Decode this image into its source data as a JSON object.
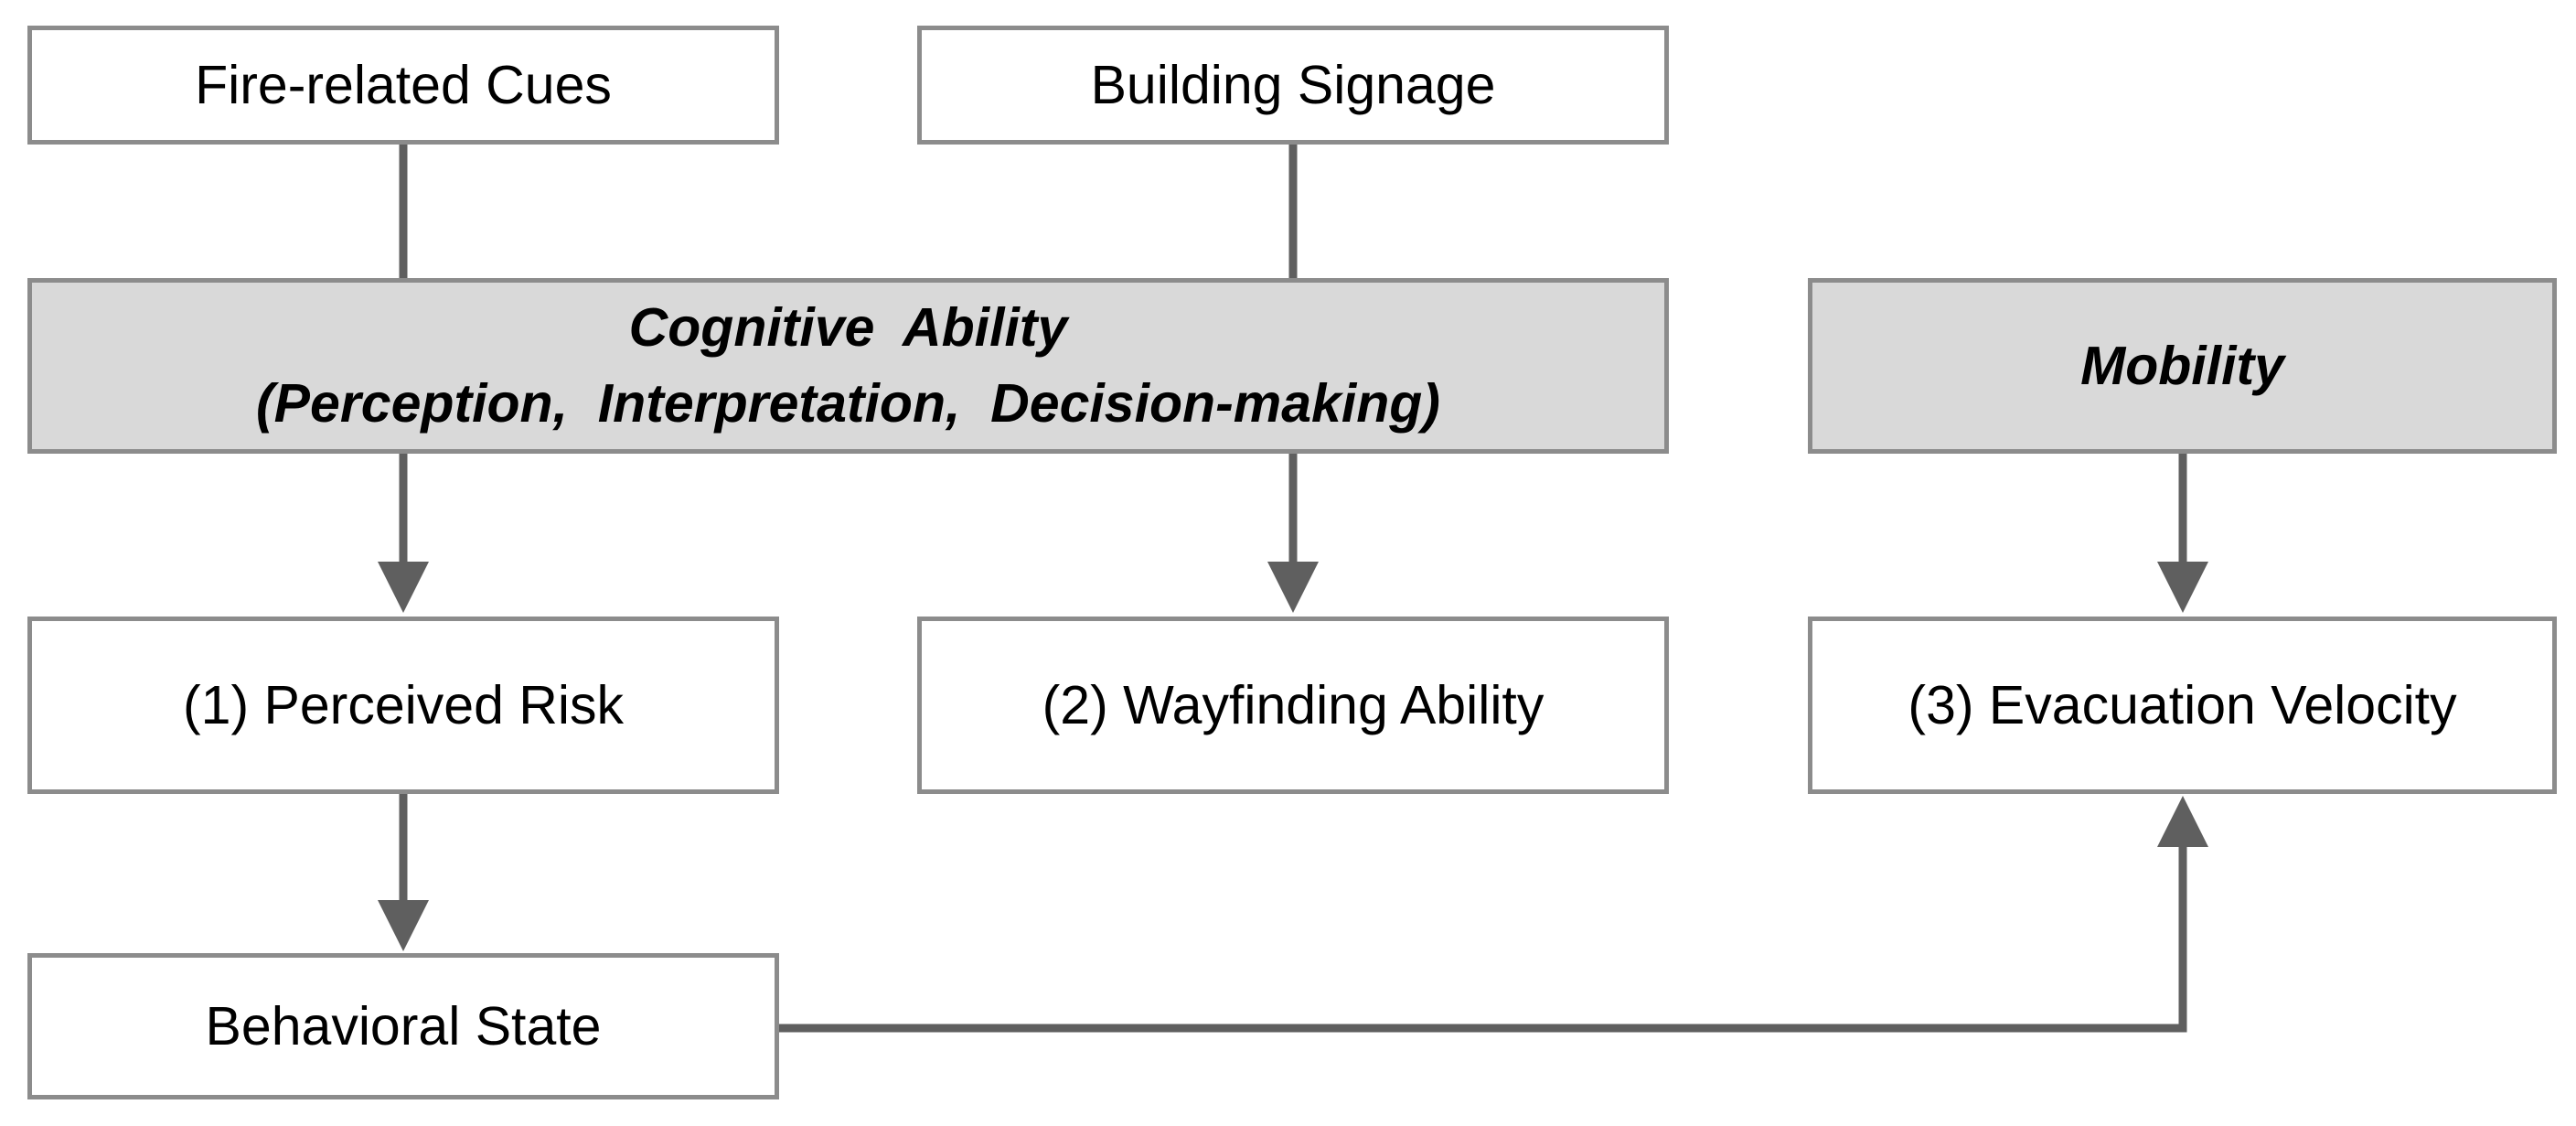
{
  "nodes": {
    "fire_cues": "Fire-related Cues",
    "building_signage": "Building Signage",
    "cognitive_ability": {
      "title": "Cognitive  Ability",
      "subtitle": "(Perception,  Interpretation,  Decision-making)"
    },
    "mobility": "Mobility",
    "perceived_risk": "(1) Perceived Risk",
    "wayfinding_ability": "(2) Wayfinding Ability",
    "evacuation_velocity": "(3) Evacuation Velocity",
    "behavioral_state": "Behavioral State"
  },
  "colors": {
    "box_border": "#8c8c8c",
    "grey_fill": "#d9d9d9",
    "connector": "#5f5f5f"
  }
}
